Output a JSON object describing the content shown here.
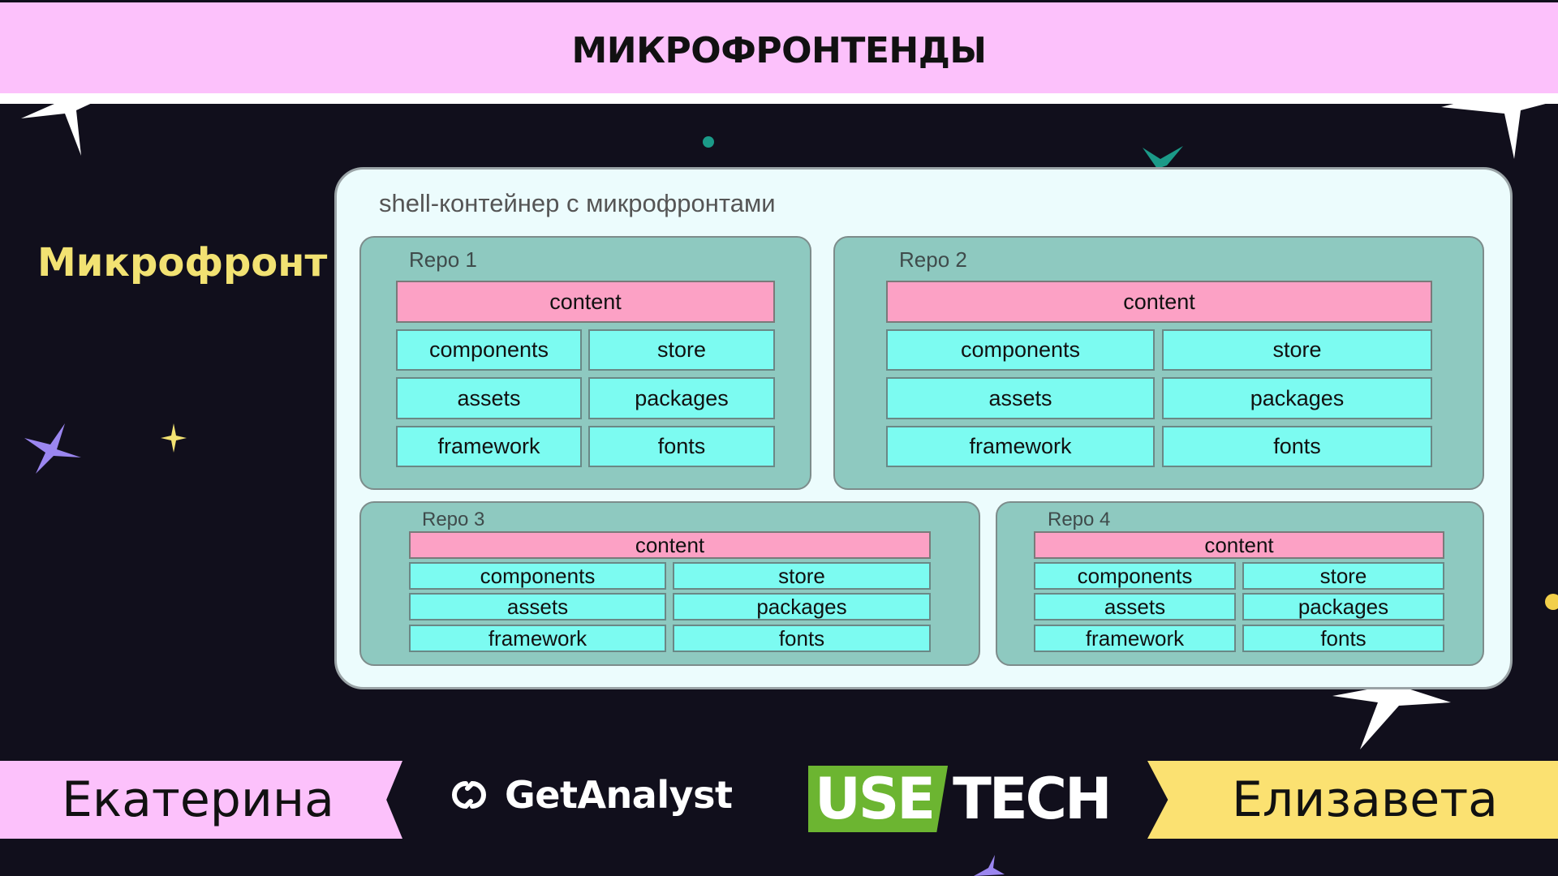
{
  "slide": {
    "title": "МИКРОФРОНТЕНДЫ",
    "left_label": "Микрофронт",
    "shell_title": "shell-контейнер с микрофронтами"
  },
  "repos": [
    {
      "name": "Repo 1",
      "content": "content",
      "components": "components",
      "store": "store",
      "assets": "assets",
      "packages": "packages",
      "framework": "framework",
      "fonts": "fonts"
    },
    {
      "name": "Repo 2",
      "content": "content",
      "components": "components",
      "store": "store",
      "assets": "assets",
      "packages": "packages",
      "framework": "framework",
      "fonts": "fonts"
    },
    {
      "name": "Repo 3",
      "content": "content",
      "components": "components",
      "store": "store",
      "assets": "assets",
      "packages": "packages",
      "framework": "framework",
      "fonts": "fonts"
    },
    {
      "name": "Repo 4",
      "content": "content",
      "components": "components",
      "store": "store",
      "assets": "assets",
      "packages": "packages",
      "framework": "framework",
      "fonts": "fonts"
    }
  ],
  "footer": {
    "speaker_left": "Екатерина",
    "brand_getanalyst": "GetAnalyst",
    "brand_use": "USE",
    "brand_tech": "TECH",
    "speaker_right": "Елизавета"
  },
  "colors": {
    "background": "#110f1c",
    "header": "#fcc1fb",
    "left_label": "#f2e272",
    "shell_bg": "#ecfcfd",
    "repo_bg": "#8ec9c0",
    "content_cell": "#fca1c5",
    "module_cell": "#7cfbf1",
    "footer_left": "#fcc1fb",
    "footer_right": "#fbe171",
    "usetech_green": "#6cb531"
  }
}
